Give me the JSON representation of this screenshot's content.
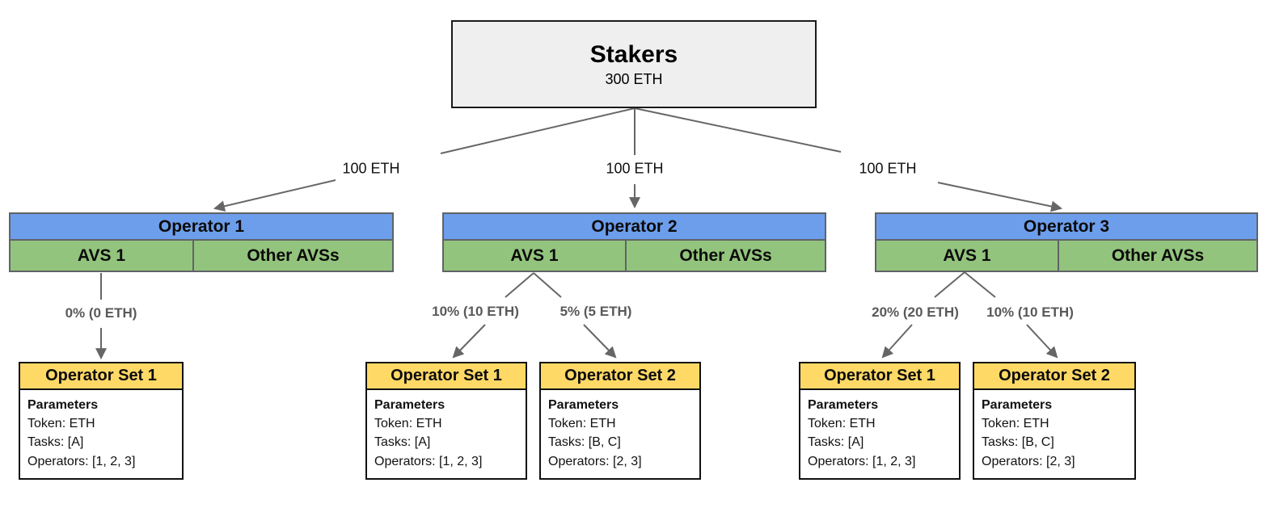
{
  "colors": {
    "operator_header_blue": "#6d9eeb",
    "avs_row_green": "#93c47d",
    "operator_set_header_yellow": "#ffd966",
    "stakers_fill_gray": "#efefef",
    "connector_gray": "#666666",
    "allocation_label_gray": "#595959"
  },
  "stakers": {
    "title": "Stakers",
    "amount": "300 ETH"
  },
  "delegations": [
    {
      "label": "100 ETH"
    },
    {
      "label": "100 ETH"
    },
    {
      "label": "100 ETH"
    }
  ],
  "operators": [
    {
      "title": "Operator 1",
      "avs_label": "AVS 1",
      "other_label": "Other AVSs"
    },
    {
      "title": "Operator 2",
      "avs_label": "AVS 1",
      "other_label": "Other AVSs"
    },
    {
      "title": "Operator 3",
      "avs_label": "AVS 1",
      "other_label": "Other AVSs"
    }
  ],
  "allocations": [
    {
      "label": "0% (0 ETH)"
    },
    {
      "label": "10% (10 ETH)"
    },
    {
      "label": "5% (5 ETH)"
    },
    {
      "label": "20% (20 ETH)"
    },
    {
      "label": "10% (10 ETH)"
    }
  ],
  "operator_sets": [
    {
      "title": "Operator Set 1",
      "heading": "Parameters",
      "lines": [
        "Token: ETH",
        "Tasks: [A]",
        "Operators: [1, 2, 3]"
      ]
    },
    {
      "title": "Operator Set 1",
      "heading": "Parameters",
      "lines": [
        "Token: ETH",
        "Tasks: [A]",
        "Operators: [1, 2, 3]"
      ]
    },
    {
      "title": "Operator Set 2",
      "heading": "Parameters",
      "lines": [
        "Token: ETH",
        "Tasks: [B, C]",
        "Operators: [2, 3]"
      ]
    },
    {
      "title": "Operator Set 1",
      "heading": "Parameters",
      "lines": [
        "Token: ETH",
        "Tasks: [A]",
        "Operators: [1, 2, 3]"
      ]
    },
    {
      "title": "Operator Set 2",
      "heading": "Parameters",
      "lines": [
        "Token: ETH",
        "Tasks: [B, C]",
        "Operators: [2, 3]"
      ]
    }
  ]
}
